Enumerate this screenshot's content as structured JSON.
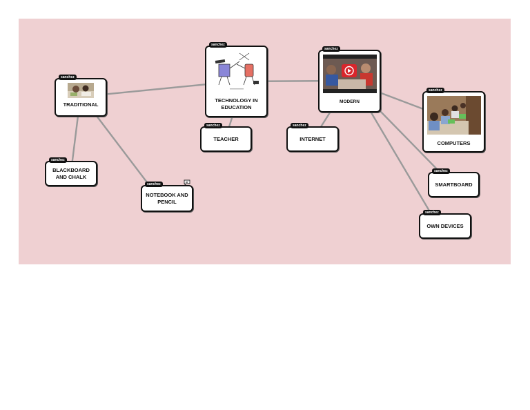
{
  "nodes": [
    {
      "id": "tech",
      "label": "TECHNOLOGY IN EDUCATION",
      "author": "sanchez"
    },
    {
      "id": "traditional",
      "label": "TRADITIONAL",
      "author": "sanchez"
    },
    {
      "id": "modern",
      "label": "MODERN",
      "author": "sanchez"
    },
    {
      "id": "teacher",
      "label": "TEACHER",
      "author": "sanchez"
    },
    {
      "id": "internet",
      "label": "INTERNET",
      "author": "sanchez"
    },
    {
      "id": "computers",
      "label": "COMPUTERS",
      "author": "sanchez"
    },
    {
      "id": "blackboard",
      "label": "BLACKBOARD AND CHALK",
      "author": "sanchez"
    },
    {
      "id": "notebook",
      "label": "NOTEBOOK AND PENCIL",
      "author": "sanchez"
    },
    {
      "id": "smartboard",
      "label": "SMARTBOARD",
      "author": "sanchez"
    },
    {
      "id": "own_devices",
      "label": "OWN DEVICES",
      "author": "sanchez"
    }
  ],
  "edges": [
    [
      "traditional",
      "tech"
    ],
    [
      "tech",
      "modern"
    ],
    [
      "tech",
      "teacher"
    ],
    [
      "traditional",
      "blackboard"
    ],
    [
      "traditional",
      "notebook"
    ],
    [
      "modern",
      "internet"
    ],
    [
      "modern",
      "computers"
    ],
    [
      "modern",
      "smartboard"
    ],
    [
      "modern",
      "own_devices"
    ]
  ],
  "icons": {
    "comment": "comment-icon",
    "play": "video-play-icon"
  },
  "colors": {
    "canvas": "#efd0d2",
    "edge": "#9a9a9a",
    "node_border": "#111111",
    "play_button": "#d9262c"
  }
}
